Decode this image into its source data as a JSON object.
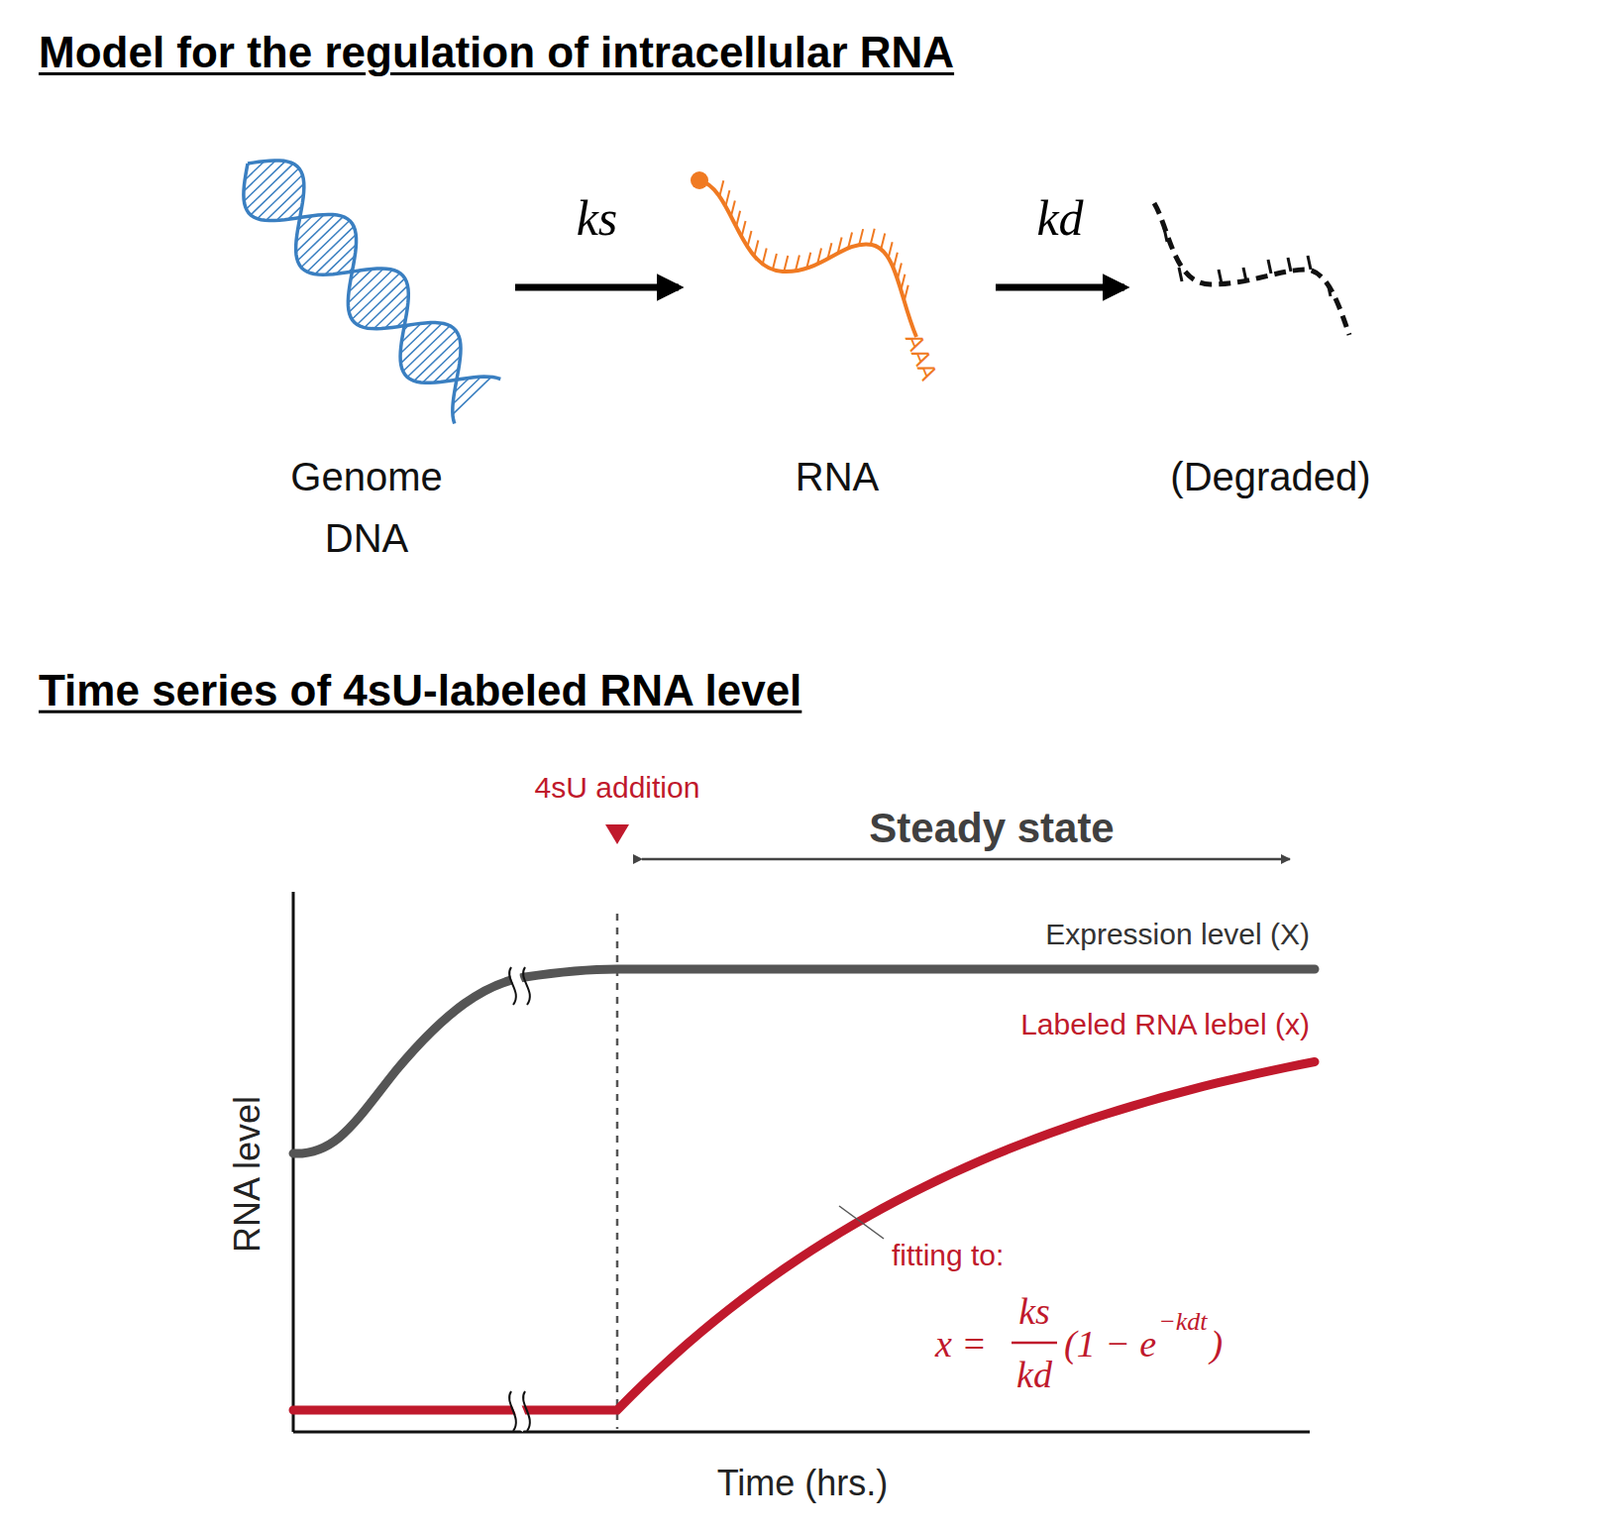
{
  "diagram": {
    "title": "Model for the regulation of intracellular RNA",
    "nodes": [
      {
        "text": [
          "Genome DNA"
        ]
      },
      {
        "text": [
          "RNA"
        ]
      },
      {
        "text": [
          "(Degraded)"
        ]
      }
    ],
    "edges": [
      {
        "from": 0,
        "to": 1,
        "arrow": "to",
        "label": "ks"
      },
      {
        "from": 1,
        "to": 2,
        "arrow": "to",
        "label": "kd"
      }
    ],
    "labels": [
      "AAA",
      "Time series of 4sU-labeled RNA level",
      "4sU addition",
      "Steady state",
      "Expression level (X)",
      "Labeled RNA lebel (x)",
      "RNA level",
      "Time (hrs.)",
      "fitting to:",
      "x =",
      "ks",
      "kd",
      "(1 − e",
      "−kdt",
      ")"
    ]
  }
}
